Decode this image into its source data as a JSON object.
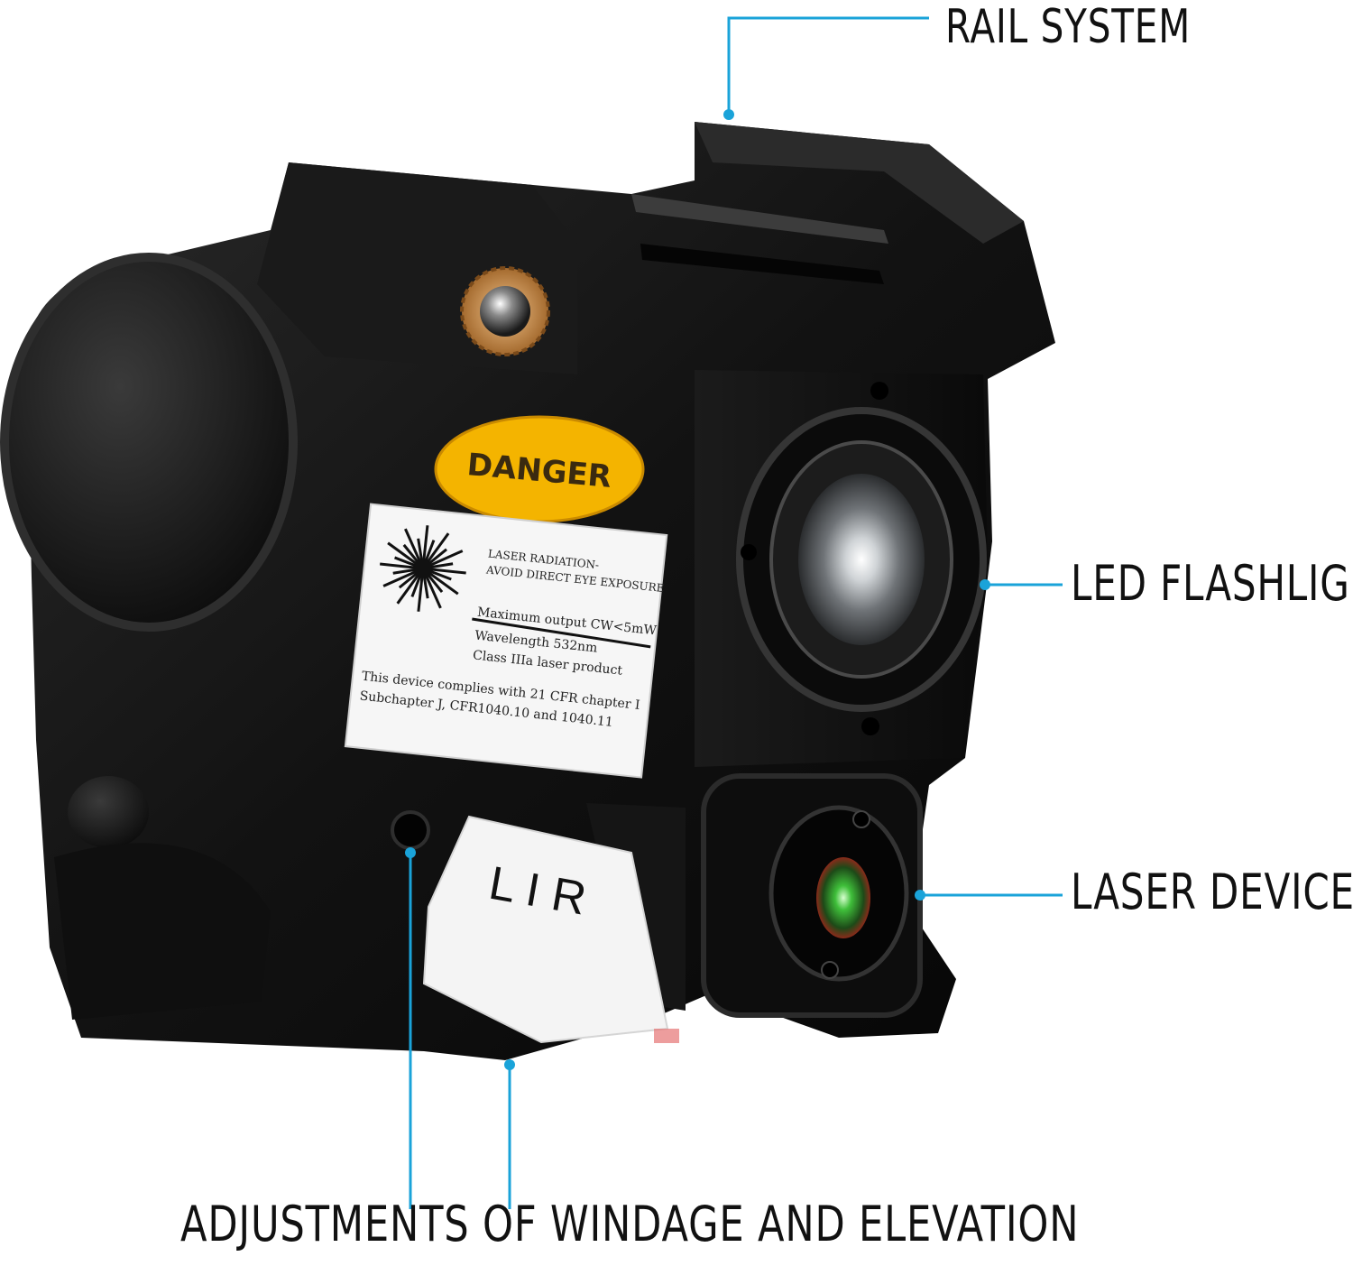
{
  "callouts": {
    "rail_system": "RAIL SYSTEM",
    "led_flashlight": "LED FLASHLIGHT",
    "laser_device": "LASER DEVICE",
    "adjustments": "ADJUSTMENTS OF WINDAGE AND ELEVATION"
  },
  "danger_label": {
    "header": "DANGER",
    "line1": "LASER RADIATION-",
    "line2": "AVOID DIRECT EYE EXPOSURE",
    "line3": "Maximum output CW<5mW",
    "line4": "Wavelength 532nm",
    "line5": "Class IIIa laser product",
    "line6": "This device complies with 21 CFR chapter I",
    "line7": "Subchapter J, CFR1040.10 and 1040.11"
  },
  "side_tag": "L I R",
  "colors": {
    "callout_line": "#1aa3d9",
    "body": "#151515",
    "danger_yellow": "#f4b400"
  }
}
